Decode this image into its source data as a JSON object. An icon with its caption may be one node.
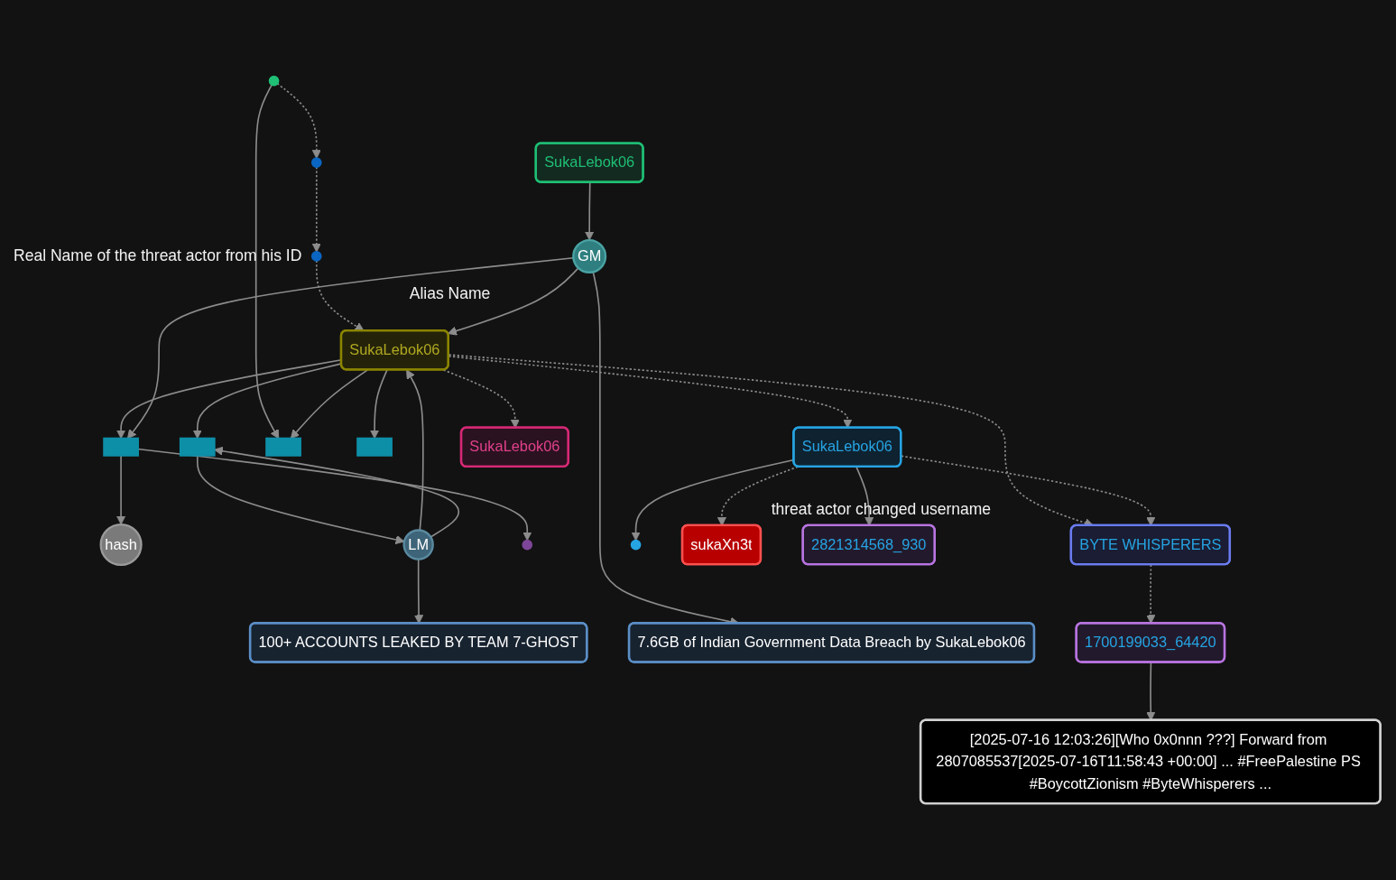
{
  "diagram": {
    "nodes": [
      {
        "text": [],
        "shape": "circle"
      },
      {
        "text": [
          "100+ ACCOUNTS LEAKED BY TEAM 7-GHOST"
        ]
      },
      {
        "text": [],
        "shape": "circle"
      },
      {
        "text": [
          "hash"
        ]
      },
      {
        "text": [],
        "shape": "circle",
        "beside": [
          "Real Name of the threat actor from his ID"
        ]
      },
      {
        "text": [
          "LM"
        ]
      },
      {
        "text": [],
        "shape": "box"
      },
      {
        "text": [],
        "shape": "circle"
      },
      {
        "text": [],
        "shape": "box"
      },
      {
        "text": [
          "SukaLebok06"
        ],
        "beside": [
          "Alias Name"
        ]
      },
      {
        "text": [
          "GM"
        ]
      },
      {
        "text": [],
        "shape": "box"
      },
      {
        "text": [
          "7.6GB of Indian Government Data Breach by SukaLebok06"
        ]
      },
      {
        "text": [
          "SukaLebok06"
        ]
      },
      {
        "text": [],
        "shape": "box"
      },
      {
        "text": [
          "SukaLebok06"
        ]
      },
      {
        "text": [
          "BYTE WHISPERERS"
        ]
      },
      {
        "text": [
          "SukaLebok06"
        ]
      },
      {
        "text": [],
        "shape": "circle"
      },
      {
        "text": [
          "sukaXn3t"
        ],
        "beside": [
          "threat actor changed username"
        ]
      },
      {
        "text": [
          "1700199033_64420"
        ]
      },
      {
        "text": [
          "2821314568_930"
        ]
      },
      {
        "text": [
          "[2025-07-16 12:03:26][Who 0x0nnn ???] Forward from 2807085537[2025-07-16T11:58:43 +00:00] ... #FreePalestine PS #BoycottZionism #ByteWhisperers ..."
        ]
      }
    ],
    "edges": [
      {
        "from": 0,
        "to": 11,
        "arrow": "to"
      },
      {
        "from": 0,
        "to": 2,
        "arrow": "to",
        "style": "dashed"
      },
      {
        "from": 5,
        "to": 1,
        "arrow": "to"
      },
      {
        "from": 2,
        "to": 4,
        "arrow": "to",
        "style": "dashed"
      },
      {
        "from": 6,
        "to": 3,
        "arrow": "to"
      },
      {
        "from": 4,
        "to": 9,
        "arrow": "to",
        "style": "dashed"
      },
      {
        "from": 5,
        "to": 9,
        "arrow": "to"
      },
      {
        "from": 5,
        "to": 8,
        "arrow": "to"
      },
      {
        "from": 8,
        "to": 5,
        "arrow": "to"
      },
      {
        "from": 9,
        "to": 6,
        "arrow": "to"
      },
      {
        "from": 10,
        "to": 6,
        "arrow": "to"
      },
      {
        "from": 6,
        "to": 7,
        "arrow": "to"
      },
      {
        "from": 9,
        "to": 8,
        "arrow": "to"
      },
      {
        "from": 10,
        "to": 9,
        "arrow": "to"
      },
      {
        "from": 9,
        "to": 11,
        "arrow": "to"
      },
      {
        "from": 10,
        "to": 12,
        "arrow": "to"
      },
      {
        "from": 13,
        "to": 10,
        "arrow": "to"
      },
      {
        "from": 9,
        "to": 14,
        "arrow": "to"
      },
      {
        "from": 9,
        "to": 15,
        "arrow": "to",
        "style": "dashed"
      },
      {
        "from": 9,
        "to": 16,
        "arrow": "to",
        "style": "dashed"
      },
      {
        "from": 9,
        "to": 17,
        "arrow": "to",
        "style": "dashed"
      },
      {
        "from": 15,
        "to": 16,
        "arrow": "to",
        "style": "dashed"
      },
      {
        "from": 15,
        "to": 18,
        "arrow": "to"
      },
      {
        "from": 15,
        "to": 21,
        "arrow": "to"
      },
      {
        "from": 15,
        "to": 19,
        "arrow": "to",
        "style": "dashed"
      },
      {
        "from": 16,
        "to": 20,
        "arrow": "to",
        "style": "dashed"
      },
      {
        "from": 20,
        "to": 22,
        "arrow": "to"
      }
    ]
  }
}
